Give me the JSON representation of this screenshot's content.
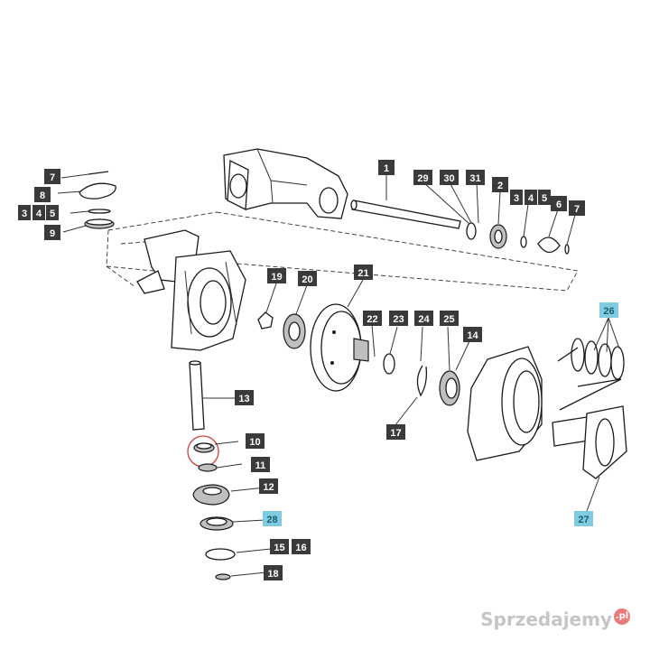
{
  "labels": {
    "l1": "1",
    "l2": "2",
    "l3": "3",
    "l4": "4",
    "l5": "5",
    "l6": "6",
    "l7": "7",
    "l8": "8",
    "l9": "9",
    "l10": "10",
    "l11": "11",
    "l12": "12",
    "l13": "13",
    "l14": "14",
    "l15": "15",
    "l16": "16",
    "l17": "17",
    "l18": "18",
    "l19": "19",
    "l20": "20",
    "l21": "21",
    "l22": "22",
    "l23": "23",
    "l24": "24",
    "l25": "25",
    "l26": "26",
    "l27": "27",
    "l28": "28",
    "l29": "29",
    "l30": "30",
    "l31": "31"
  },
  "highlighted": [
    "26",
    "27",
    "28"
  ],
  "colors": {
    "label_bg": "#3a3a3a",
    "label_highlight_bg": "#7fcbe0",
    "watermark": "#969696",
    "marker_circle": "#d33a3a"
  },
  "watermark": {
    "text": "Sprzedajemy",
    "suffix": ".pl"
  }
}
